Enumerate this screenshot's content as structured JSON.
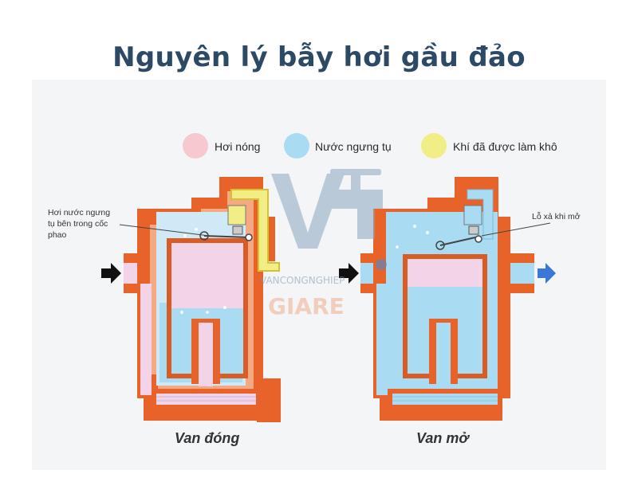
{
  "title": "Nguyên lý bẫy hơi gầu đảo",
  "colors": {
    "title": "#2c4a66",
    "hot_steam": "#f6c8cf",
    "condensate": "#a9dcf3",
    "dry_air": "#f1ee87",
    "body": "#e8632a",
    "body_inner": "#f4a983",
    "bucket": "#f3d3e8",
    "arrow_in": "#111111",
    "arrow_out": "#3a78d8"
  },
  "legend": [
    {
      "label": "Hơi nóng",
      "color_key": "hot_steam",
      "icon": "pink-circle-icon"
    },
    {
      "label": "Nước ngưng tụ",
      "color_key": "condensate",
      "icon": "blue-circle-icon"
    },
    {
      "label": "Khí đã được làm khô",
      "color_key": "dry_air",
      "icon": "yellow-circle-icon"
    }
  ],
  "left_trap": {
    "callout_lines": [
      "Hơi nước ngưng",
      "tụ bên trong cốc",
      "phao"
    ],
    "caption": "Van đóng"
  },
  "right_trap": {
    "callout": "Lỗ xả khi mở",
    "caption": "Van mở"
  },
  "watermark": {
    "brand": "VANCONGNGHIEP",
    "sub": "GIARE"
  }
}
